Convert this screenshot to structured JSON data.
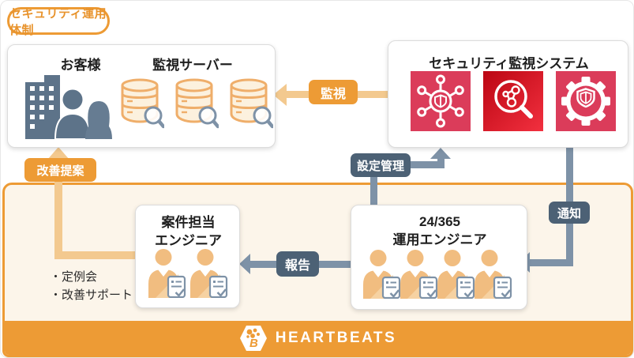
{
  "badge": {
    "label": "セキュリティ運用体制"
  },
  "customer_box": {
    "customer_label": "お客様",
    "server_label": "監視サーバー"
  },
  "security_box": {
    "title": "セキュリティ監視システム",
    "icons": [
      "security-hub-icon",
      "detective-search-icon",
      "firewall-gear-icon"
    ]
  },
  "flows": {
    "monitoring": "監視",
    "config_management": "設定管理",
    "notification": "通知",
    "report": "報告",
    "improvement_proposal": "改善提案"
  },
  "project_engineer_box": {
    "title_line1": "案件担当",
    "title_line2": "エンジニア",
    "engineer_count": 2
  },
  "ops_engineer_box": {
    "title_line1": "24/365",
    "title_line2": "運用エンジニア",
    "engineer_count": 4
  },
  "notes": {
    "item1": "・定例会",
    "item2": "・改善サポート"
  },
  "footer": {
    "brand": "HEARTBEATS"
  },
  "colors": {
    "orange": "#ED9B35",
    "orange_light_arrow": "#F3C98F",
    "cream_panel": "#FCF5EA",
    "slate_label": "#4C6175",
    "slate_arrow": "#7E92A7",
    "slate_icon": "#5D7389",
    "person_orange": "#F1BD80",
    "crimson_icon": "#DB3C5A",
    "red_gradient_start": "#BB0613",
    "red_gradient_end": "#F2303F"
  }
}
